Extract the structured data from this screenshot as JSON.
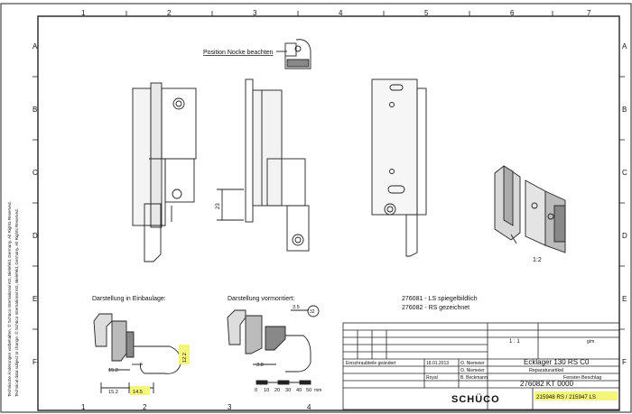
{
  "grid": {
    "columns": [
      "1",
      "2",
      "3",
      "4",
      "5",
      "6",
      "7"
    ],
    "rows": [
      "A",
      "B",
      "C",
      "D",
      "E",
      "F"
    ]
  },
  "side_note": {
    "line1": "Technische Änderungen vorbehalten. © Schüco International KG, Bielefeld, Germany. All Rights Reserved.",
    "line2": "Technical data subject to change. © Schüco International KG, Bielefeld, Germany. All Rights Reserved."
  },
  "labels": {
    "position_note": "Position Nocke beachten",
    "installed_view": "Darstellung in Einbaulage:",
    "premounted_view": "Darstellung vormontiert:",
    "variant_ls": "276081 - LS spiegelbildlich",
    "variant_rs": "276082 - RS gezeichnet",
    "scale_iso": "1:2"
  },
  "dimensions": {
    "height_mid": "23",
    "installed_a": "12.2",
    "installed_b": "15.2",
    "installed_c": "15.2",
    "installed_d": "14.5",
    "premount_a": "3.5",
    "premount_b": "3.8",
    "premount_circle": "32"
  },
  "scale_bar": {
    "ticks": [
      "0",
      "10",
      "20",
      "30",
      "40",
      "50"
    ],
    "unit": "mm"
  },
  "title_block": {
    "scale": "1 : 1",
    "weight_unit": "g/m",
    "title": "Ecklager 130 RS C0",
    "subtitle": "Reparaturartikel",
    "category": "Fenster-Beschlag",
    "drawing_number": "276082 KT 0000",
    "article_numbers": "215948 RS / 215947 LS",
    "revision_note": "Einschraubteile geändert",
    "date": "18.01.2013",
    "drawn_by": "O. Niemeier",
    "checked_by": "O. Niemeier",
    "approved_by": "B. Beckmann",
    "dept": "Royal",
    "company": "SCHÜCO"
  },
  "highlight_color": "#f5f57a"
}
